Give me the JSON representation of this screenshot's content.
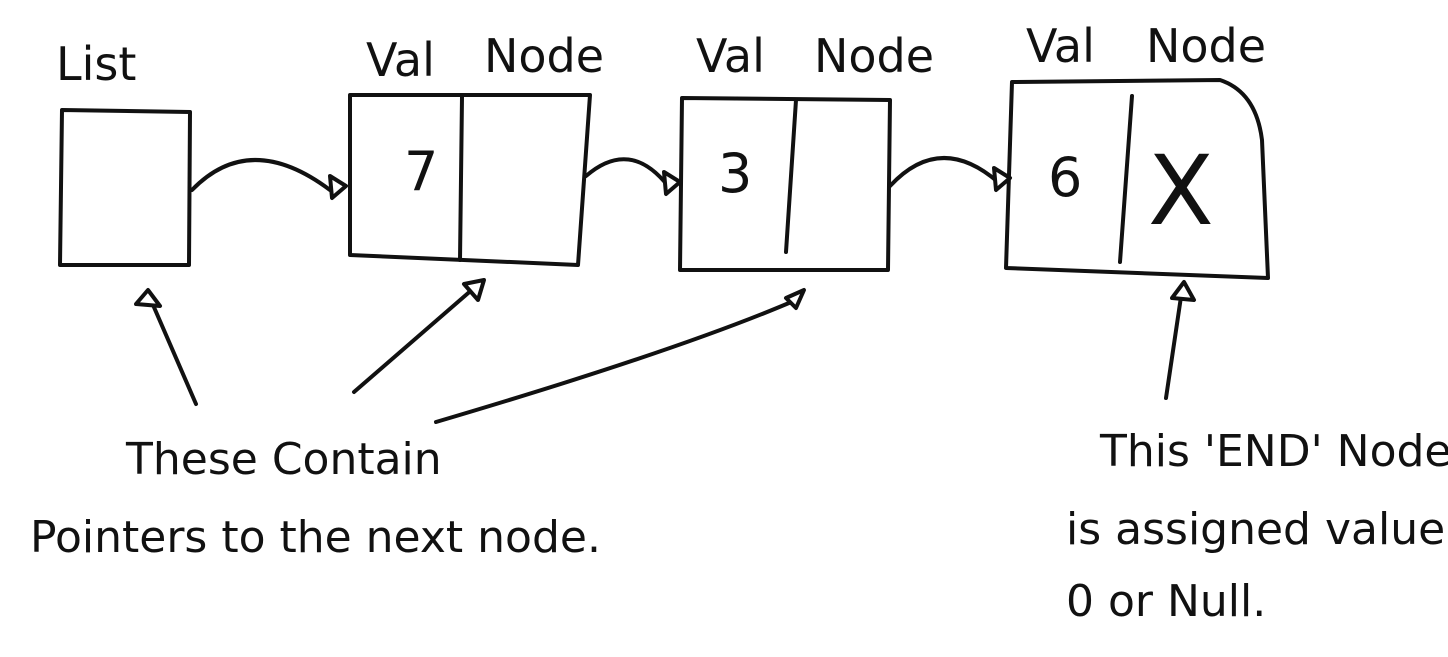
{
  "list_label": "List",
  "nodes": [
    {
      "val_header": "Val",
      "node_header": "Node",
      "value": "7",
      "next": ""
    },
    {
      "val_header": "Val",
      "node_header": "Node",
      "value": "3",
      "next": ""
    },
    {
      "val_header": "Val",
      "node_header": "Node",
      "value": "6",
      "next": "X"
    }
  ],
  "note_left": {
    "line1": "These Contain",
    "line2": "Pointers to the next node."
  },
  "note_right": {
    "line1": "This 'END' Node",
    "line2": "is assigned value",
    "line3": "0 or Null."
  }
}
